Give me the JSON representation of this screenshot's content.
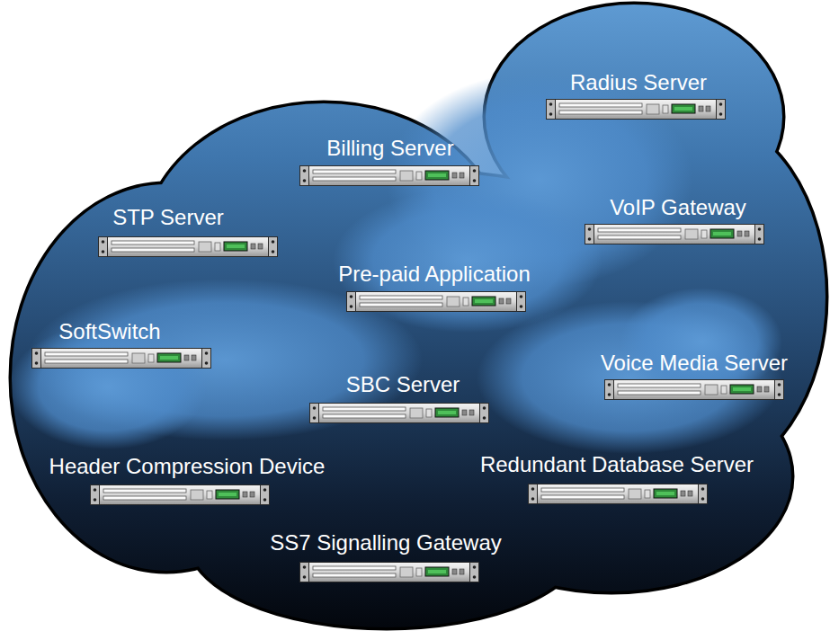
{
  "diagram": {
    "nodes": [
      {
        "text": [
          "Radius Server"
        ]
      },
      {
        "text": [
          "Billing Server"
        ]
      },
      {
        "text": [
          "VoIP Gateway"
        ]
      },
      {
        "text": [
          "STP Server"
        ]
      },
      {
        "text": [
          "Pre-paid Application"
        ]
      },
      {
        "text": [
          "SoftSwitch"
        ]
      },
      {
        "text": [
          "Voice Media Server"
        ]
      },
      {
        "text": [
          "SBC Server"
        ]
      },
      {
        "text": [
          "Redundant Database Server"
        ]
      },
      {
        "text": [
          "Header Compression Device"
        ]
      },
      {
        "text": [
          "SS7 Signalling Gateway"
        ]
      }
    ]
  }
}
